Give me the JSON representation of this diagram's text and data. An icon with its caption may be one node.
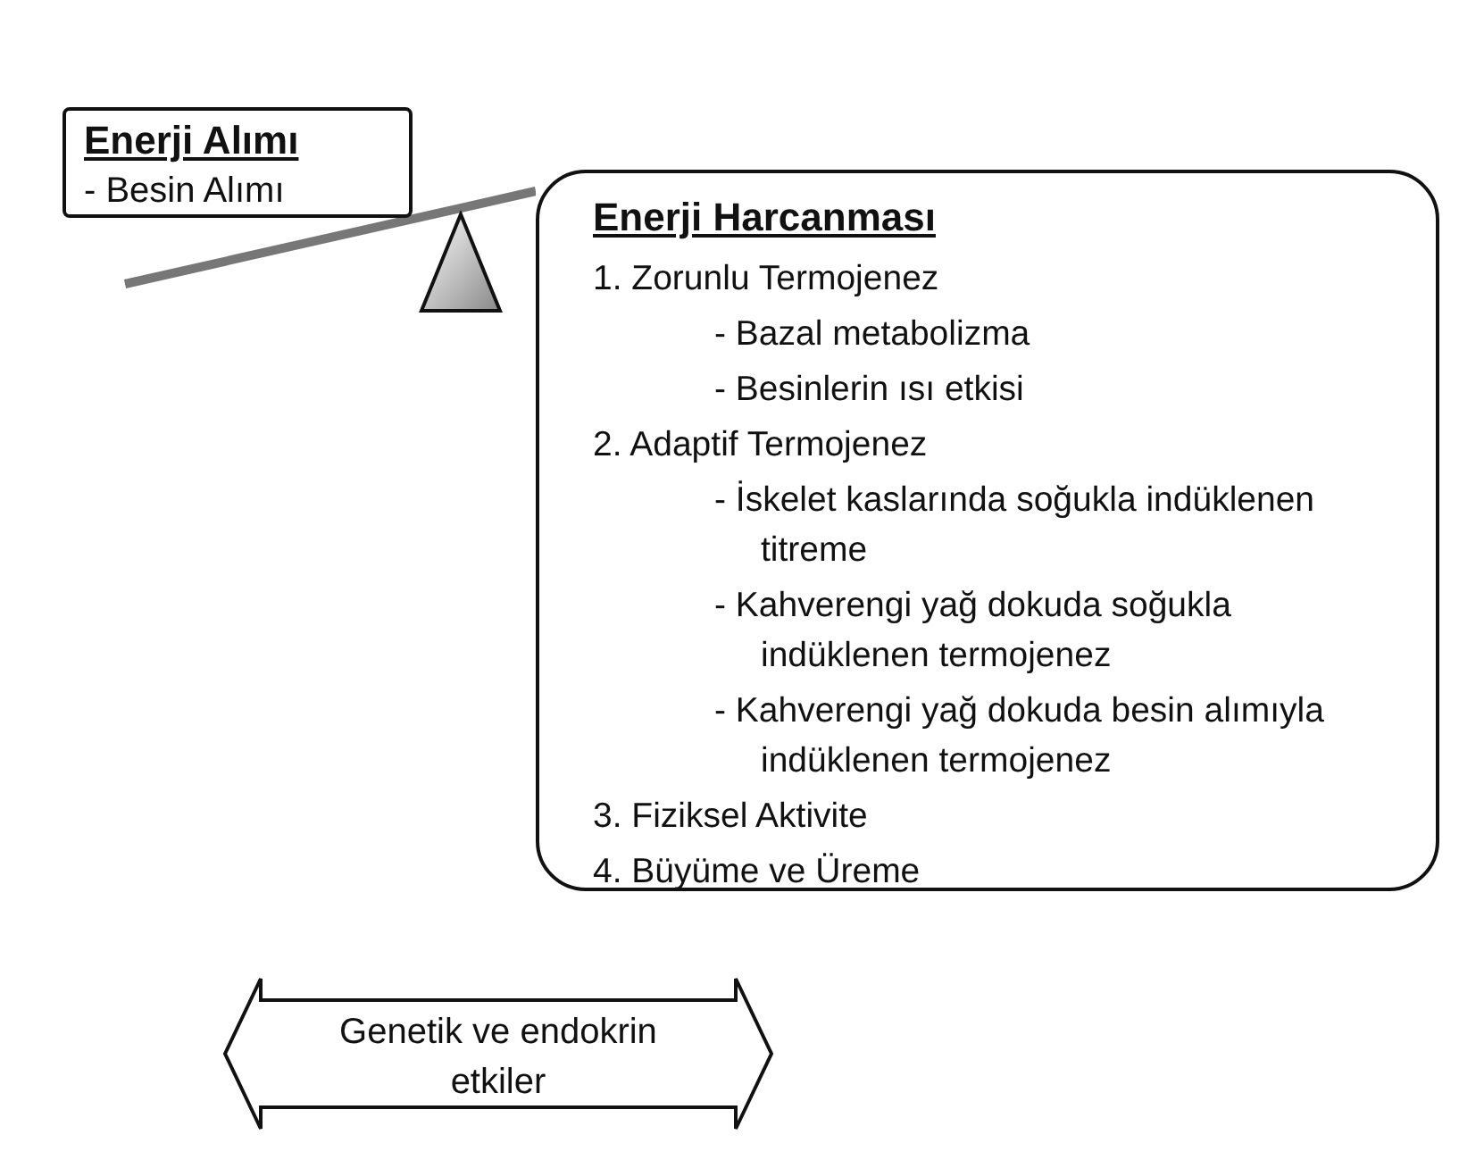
{
  "diagram": {
    "nodes": [
      {
        "text": [
          "Enerji Alımı",
          "- Besin Alımı"
        ]
      },
      {
        "text": [
          "Enerji Harcanması",
          "1. Zorunlu Termojenez",
          "- Bazal metabolizma",
          "- Besinlerin ısı etkisi",
          "2. Adaptif Termojenez",
          "- İskelet kaslarında soğukla indüklenen titreme",
          "- Kahverengi yağ dokuda soğukla indüklenen termojenez",
          "- Kahverengi yağ dokuda besin alımıyla indüklenen termojenez",
          "3. Fiziksel Aktivite",
          "4. Büyüme ve Üreme"
        ]
      },
      {
        "text": [],
        "shape": "bar"
      },
      {
        "text": [],
        "shape": "triangle"
      },
      {
        "text": [
          "Genetik ve endokrin etkiler"
        ]
      }
    ]
  }
}
